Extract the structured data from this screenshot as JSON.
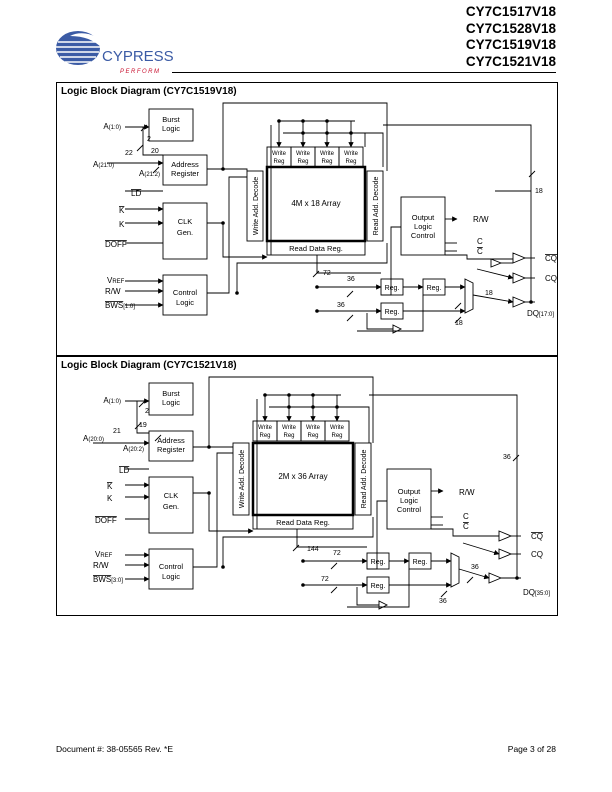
{
  "header": {
    "part_numbers": [
      "CY7C1517V18",
      "CY7C1528V18",
      "CY7C1519V18",
      "CY7C1521V18"
    ],
    "logo_text": "CYPRESS",
    "logo_tagline": "PERFORM"
  },
  "diagrams": [
    {
      "title": "Logic Block Diagram (CY7C1519V18)",
      "burst_logic": [
        "Burst",
        "Logic"
      ],
      "address_register": [
        "Address",
        "Register"
      ],
      "clk_gen": [
        "CLK",
        "Gen."
      ],
      "control_logic": [
        "Control",
        "Logic"
      ],
      "output_logic": [
        "Output",
        "Logic",
        "Control"
      ],
      "write_reg": [
        "Write",
        "Reg"
      ],
      "array": "4M x 18 Array",
      "write_decode": "Write Add. Decode",
      "read_decode": "Read Add. Decode",
      "read_data_reg": "Read Data Reg.",
      "reg": "Reg.",
      "pins": {
        "a_small": "A",
        "a_small_sub": "(1:0)",
        "a_big": "A",
        "a_big_sub": "(21:0)",
        "a_reg": "A",
        "a_reg_sub": "(21:2)",
        "ld": "LD",
        "k_bar": "K",
        "k": "K",
        "doff": "DOFF",
        "vref": "V",
        "vref_sub": "REF",
        "rw": "R/W",
        "bws": "BWS",
        "bws_sub": "[1:0]",
        "rw_out": "R/W",
        "c": "C",
        "c_bar": "C",
        "cq_bar": "CQ",
        "cq": "CQ",
        "dq": "DQ",
        "dq_sub": "[17:0]"
      },
      "bus_labels": {
        "b2": "2",
        "b22": "22",
        "b20": "20",
        "b18a": "18",
        "b72": "72",
        "b36a": "36",
        "b36b": "36",
        "b18b": "18",
        "b18c": "18"
      }
    },
    {
      "title": "Logic Block Diagram (CY7C1521V18)",
      "burst_logic": [
        "Burst",
        "Logic"
      ],
      "address_register": [
        "Address",
        "Register"
      ],
      "clk_gen": [
        "CLK",
        "Gen."
      ],
      "control_logic": [
        "Control",
        "Logic"
      ],
      "output_logic": [
        "Output",
        "Logic",
        "Control"
      ],
      "write_reg": [
        "Write",
        "Reg"
      ],
      "array": "2M x 36 Array",
      "write_decode": "Write Add. Decode",
      "read_decode": "Read Add. Decode",
      "read_data_reg": "Read Data Reg.",
      "reg": "Reg.",
      "pins": {
        "a_small": "A",
        "a_small_sub": "(1:0)",
        "a_big": "A",
        "a_big_sub": "(20:0)",
        "a_reg": "A",
        "a_reg_sub": "(20:2)",
        "ld": "LD",
        "k_bar": "K",
        "k": "K",
        "doff": "DOFF",
        "vref": "V",
        "vref_sub": "REF",
        "rw": "R/W",
        "bws": "BWS",
        "bws_sub": "[3:0]",
        "rw_out": "R/W",
        "c": "C",
        "c_bar": "C",
        "cq_bar": "CQ",
        "cq": "CQ",
        "dq": "DQ",
        "dq_sub": "[35:0]"
      },
      "bus_labels": {
        "b2": "2",
        "b22": "21",
        "b20": "19",
        "b18a": "36",
        "b72": "144",
        "b36a": "72",
        "b36b": "72",
        "b18b": "36",
        "b18c": "36"
      }
    }
  ],
  "footer": {
    "document": "Document #: 38-05565 Rev. *E",
    "page": "Page 3 of 28"
  }
}
